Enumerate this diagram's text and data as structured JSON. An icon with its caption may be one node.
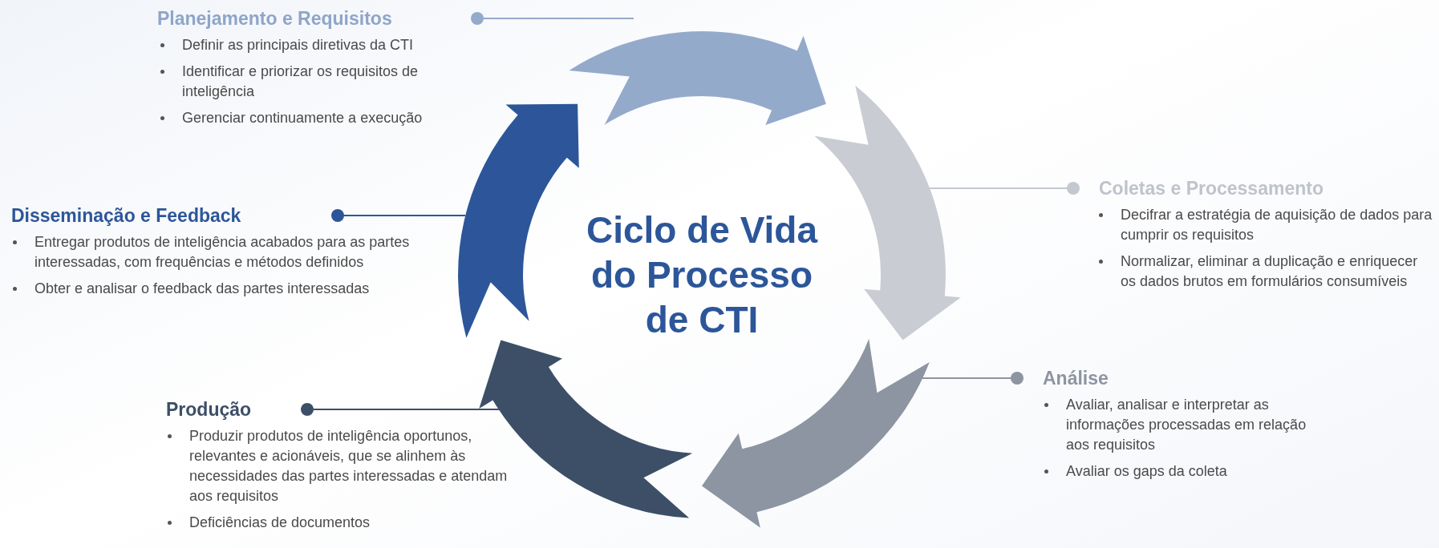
{
  "diagram": {
    "nodes": [
      {
        "text": [
          "Planejamento e Requisitos",
          "Definir as principais diretivas da CTI",
          "Identificar e priorizar os requisitos de inteligência",
          "Gerenciar continuamente a execução"
        ]
      },
      {
        "text": [
          "Coletas e Processamento",
          "Decifrar a estratégia de aquisição de dados para cumprir os requisitos",
          "Normalizar, eliminar a duplicação e enriquecer os dados brutos em formulários consumíveis"
        ]
      },
      {
        "text": [
          "Análise",
          "Avaliar, analisar e interpretar as informações processadas em relação aos requisitos",
          "Avaliar os gaps da coleta"
        ]
      },
      {
        "text": [
          "Produção",
          "Produzir produtos de inteligência oportunos, relevantes e acionáveis, que se alinhem às necessidades das partes interessadas e atendam aos requisitos",
          "Deficiências de documentos"
        ]
      },
      {
        "text": [
          "Disseminação e Feedback",
          "Entregar produtos de inteligência acabados para as partes interessadas, com frequências e métodos definidos",
          "Obter e analisar o feedback das partes interessadas"
        ]
      },
      {
        "text": [
          "Ciclo de Vida do Processo de CTI"
        ]
      },
      {
        "text": [],
        "shape": "band"
      },
      {
        "text": [],
        "shape": "band"
      },
      {
        "text": [],
        "shape": "band"
      },
      {
        "text": [],
        "shape": "band"
      },
      {
        "text": [],
        "shape": "band"
      }
    ],
    "edges": [
      {
        "from": 0,
        "to": 6,
        "arrow": "other",
        "color": "#94aacb"
      },
      {
        "from": 1,
        "to": 7,
        "arrow": "other",
        "color": "#c4c8d0"
      },
      {
        "from": 2,
        "to": 8,
        "arrow": "other",
        "color": "#8d95a2"
      },
      {
        "from": 3,
        "to": 9,
        "arrow": "other",
        "color": "#3c4f67"
      },
      {
        "from": 4,
        "to": 10,
        "arrow": "other",
        "color": "#2c5699"
      }
    ]
  }
}
